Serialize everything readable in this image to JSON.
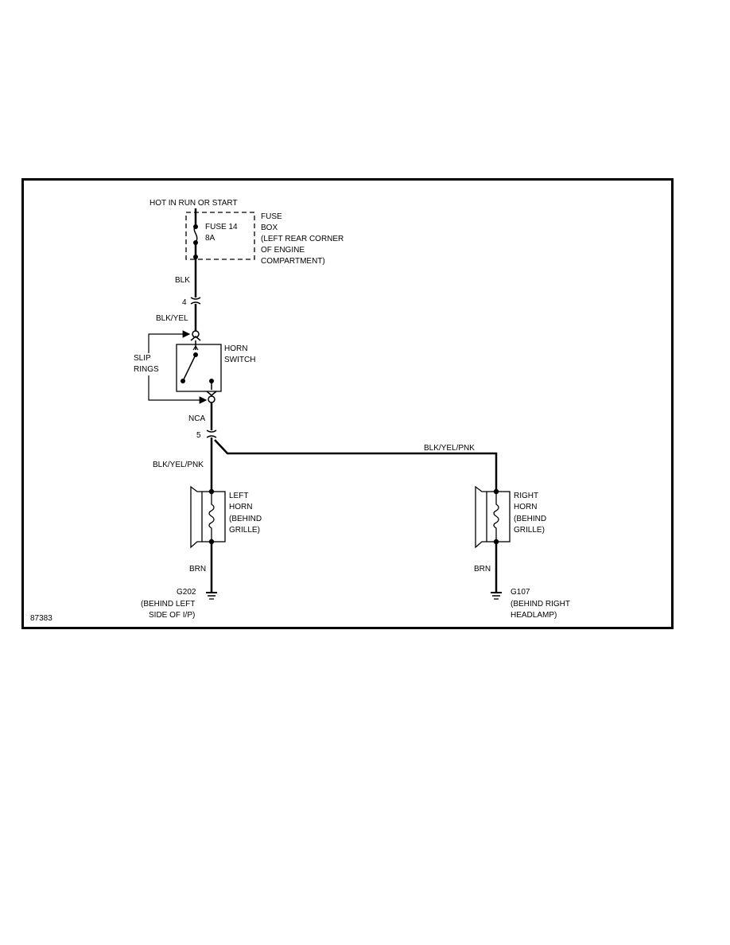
{
  "colors": {
    "line": "#000000",
    "background": "#ffffff"
  },
  "power": {
    "label": "HOT IN RUN OR START"
  },
  "fuse": {
    "name": "FUSE 14",
    "rating": "8A"
  },
  "fuse_box": {
    "line1": "FUSE",
    "line2": "BOX",
    "line3": "(LEFT REAR CORNER",
    "line4": "OF ENGINE",
    "line5": "COMPARTMENT)"
  },
  "wires": {
    "blk": "BLK",
    "blk_yel": "BLK/YEL",
    "nca": "NCA",
    "blk_yel_pnk_left": "BLK/YEL/PNK",
    "blk_yel_pnk_right": "BLK/YEL/PNK",
    "brn_left": "BRN",
    "brn_right": "BRN"
  },
  "connectors": {
    "c4": "4",
    "c5": "5"
  },
  "slip_rings": {
    "line1": "SLIP",
    "line2": "RINGS"
  },
  "horn_switch": {
    "line1": "HORN",
    "line2": "SWITCH"
  },
  "left_horn": {
    "line1": "LEFT",
    "line2": "HORN",
    "line3": "(BEHIND",
    "line4": "GRILLE)"
  },
  "right_horn": {
    "line1": "RIGHT",
    "line2": "HORN",
    "line3": "(BEHIND",
    "line4": "GRILLE)"
  },
  "ground_left": {
    "id": "G202",
    "line1": "(BEHIND LEFT",
    "line2": "SIDE OF I/P)"
  },
  "ground_right": {
    "id": "G107",
    "line1": "(BEHIND RIGHT",
    "line2": "HEADLAMP)"
  },
  "figure_number": "87383"
}
